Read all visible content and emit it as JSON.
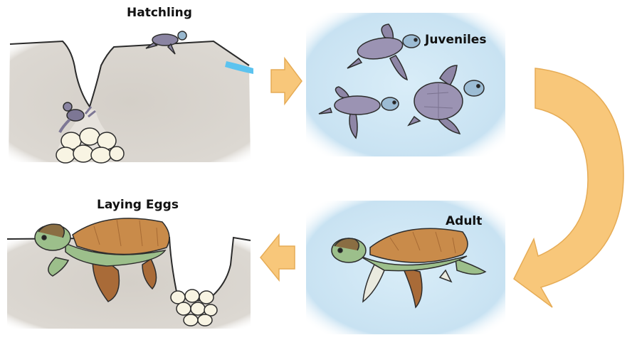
{
  "diagram": {
    "stages": [
      {
        "id": "hatchling",
        "label": "Hatchling"
      },
      {
        "id": "juveniles",
        "label": "Juveniles"
      },
      {
        "id": "adult",
        "label": "Adult"
      },
      {
        "id": "laying_eggs",
        "label": "Laying Eggs"
      }
    ],
    "colors": {
      "arrow": "#f8c77a",
      "arrow_outline": "#e6ac56",
      "water": "#cfe6f4",
      "sand": "#d2cdc6",
      "juvenile_shell": "#8e86a6",
      "adult_shell": "#c98b4a",
      "adult_skin": "#9cbf8b"
    }
  }
}
